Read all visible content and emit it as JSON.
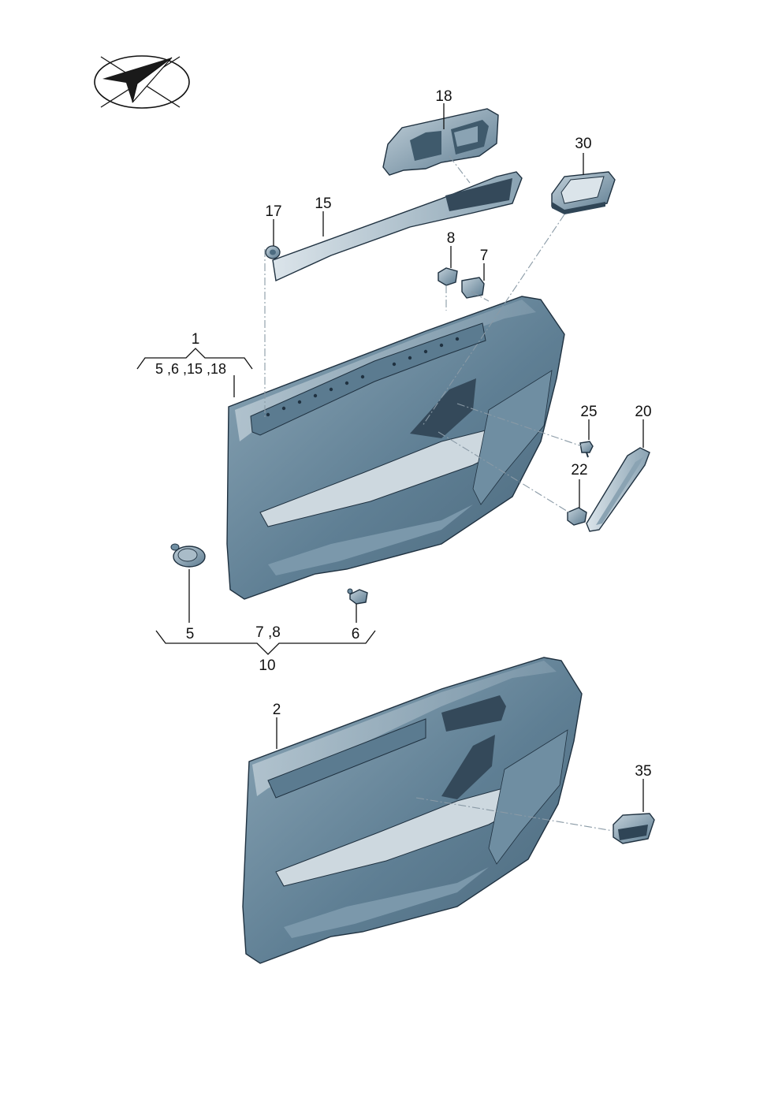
{
  "colors": {
    "panel_dark": "#4c6b80",
    "panel_mid": "#6f8ea2",
    "panel_light": "#a9bcc8",
    "panel_highlight": "#cdd8df",
    "outline": "#1f3140",
    "label": "#111111",
    "leader_dash": "#8a9aa6"
  },
  "icons": {
    "orientation": "orientation-arrow-icon"
  },
  "callouts": {
    "c1": "1",
    "c1_sub": "5 ,6 ,15 ,18",
    "c2": "2",
    "c5": "5",
    "c6": "6",
    "c7": "7",
    "c8": "8",
    "c7_8": "7 ,8",
    "c10": "10",
    "c15": "15",
    "c17": "17",
    "c18": "18",
    "c20": "20",
    "c22": "22",
    "c25": "25",
    "c30": "30",
    "c35": "35"
  }
}
